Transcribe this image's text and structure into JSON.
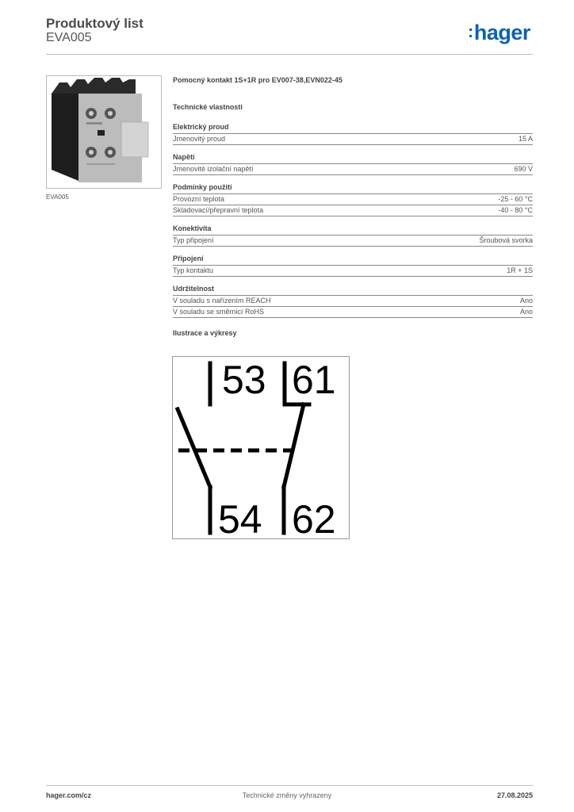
{
  "header": {
    "title": "Produktový list",
    "product_code": "EVA005",
    "logo_text": "hager",
    "brand_color": "#0b63b2"
  },
  "image": {
    "caption": "EVA005",
    "icon": "auxiliary-contact-block-photo"
  },
  "product": {
    "description": "Pomocný kontakt 1S+1R pro EV007-38,EVN022-45"
  },
  "specs": {
    "heading": "Technické vlastnosti",
    "sections": [
      {
        "title": "Elektrický proud",
        "rows": [
          {
            "label": "Jmenovitý proud",
            "value": "15 A"
          }
        ]
      },
      {
        "title": "Napětí",
        "rows": [
          {
            "label": "Jmenovité izolační napětí",
            "value": "690 V"
          }
        ]
      },
      {
        "title": "Podmínky použití",
        "rows": [
          {
            "label": "Provozní teplota",
            "value": "-25 - 60 °C"
          },
          {
            "label": "Skladovací/přepravní teplota",
            "value": "-40 - 80 °C"
          }
        ]
      },
      {
        "title": "Konektivita",
        "rows": [
          {
            "label": "Typ připojení",
            "value": "Šroubová svorka"
          }
        ]
      },
      {
        "title": "Připojení",
        "rows": [
          {
            "label": "Typ kontaktu",
            "value": "1R + 1S"
          }
        ]
      },
      {
        "title": "Udržitelnost",
        "rows": [
          {
            "label": "V souladu s nařízením REACH",
            "value": "Ano"
          },
          {
            "label": "V souladu se směrnicí RoHS",
            "value": "Ano"
          }
        ]
      }
    ]
  },
  "illustrations": {
    "heading": "Ilustrace a výkresy",
    "terminals": {
      "top_left": "53",
      "top_right": "61",
      "bottom_left": "54",
      "bottom_right": "62"
    }
  },
  "footer": {
    "website": "hager.com/cz",
    "note": "Technické změny vyhrazeny",
    "date": "27.08.2025"
  }
}
